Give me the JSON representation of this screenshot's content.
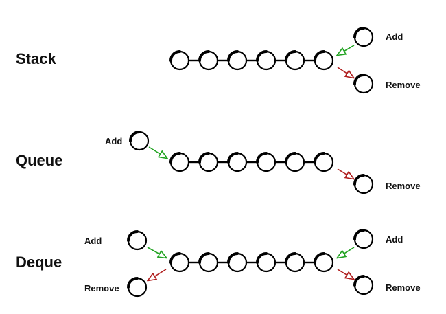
{
  "colors": {
    "background": "#ffffff",
    "ring": "#000000",
    "add_arrow": "#22a322",
    "remove_arrow": "#b01e1e"
  },
  "rows": [
    {
      "title": "Stack",
      "chain_length": 6,
      "actions": [
        {
          "label": "Add",
          "kind": "add",
          "end": "right"
        },
        {
          "label": "Remove",
          "kind": "remove",
          "end": "right"
        }
      ]
    },
    {
      "title": "Queue",
      "chain_length": 6,
      "actions": [
        {
          "label": "Add",
          "kind": "add",
          "end": "left"
        },
        {
          "label": "Remove",
          "kind": "remove",
          "end": "right"
        }
      ]
    },
    {
      "title": "Deque",
      "chain_length": 6,
      "actions": [
        {
          "label": "Add",
          "kind": "add",
          "end": "left"
        },
        {
          "label": "Remove",
          "kind": "remove",
          "end": "left"
        },
        {
          "label": "Add",
          "kind": "add",
          "end": "right"
        },
        {
          "label": "Remove",
          "kind": "remove",
          "end": "right"
        }
      ]
    }
  ]
}
